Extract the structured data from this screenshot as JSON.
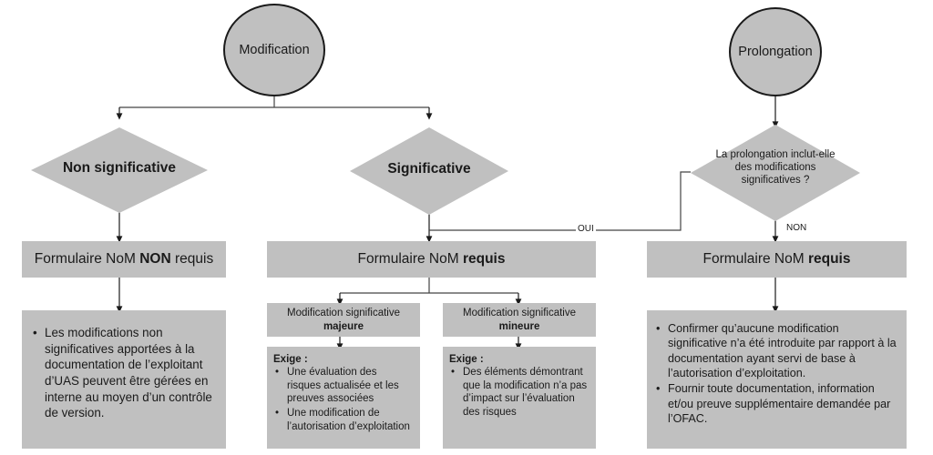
{
  "diagram": {
    "title": "Processus Modification / Prolongation NoM",
    "colors": {
      "node_fill": "#c0c0c0",
      "node_stroke": "#1a1a1a",
      "connector": "#333333",
      "background": "#ffffff",
      "text": "#1a1a1a"
    },
    "start_nodes": [
      {
        "id": "modification",
        "label": "Modification",
        "shape": "circle"
      },
      {
        "id": "prolongation",
        "label": "Prolongation",
        "shape": "circle"
      }
    ],
    "decisions": [
      {
        "id": "non-significative",
        "label": "Non significative",
        "shape": "diamond",
        "bold": true
      },
      {
        "id": "significative",
        "label": "Significative",
        "shape": "diamond",
        "bold": true
      },
      {
        "id": "prolongation-question",
        "shape": "diamond",
        "bold": false,
        "lines": [
          "La prolongation inclut-elle",
          "des modifications",
          "significatives ?"
        ]
      }
    ],
    "edge_labels": {
      "oui": "OUI",
      "non": "NON"
    },
    "results": {
      "non_significative": {
        "title_prefix": "Formulaire NoM ",
        "title_bold": "NON",
        "title_suffix": " requis",
        "bullets": [
          "Les modifications non significatives apportées à la documentation de l’exploitant d’UAS peuvent être gérées en interne au moyen d’un contrôle de version."
        ]
      },
      "significative": {
        "title_prefix": "Formulaire NoM ",
        "title_bold": "requis",
        "title_suffix": "",
        "branches": [
          {
            "id": "majeure",
            "header_line1": "Modification significative",
            "header_line2": "majeure",
            "exige_label": "Exige :",
            "bullets": [
              "Une évaluation des risques actualisée et les preuves associées",
              "Une modification de l’autorisation d’exploitation"
            ]
          },
          {
            "id": "mineure",
            "header_line1": "Modification significative",
            "header_line2": "mineure",
            "exige_label": "Exige :",
            "bullets": [
              "Des éléments démontrant que la modification n’a pas d’impact sur l’évaluation des risques"
            ]
          }
        ]
      },
      "prolongation": {
        "title_prefix": "Formulaire NoM ",
        "title_bold": "requis",
        "title_suffix": "",
        "bullets": [
          "Confirmer qu’aucune modification significative n’a été introduite par rapport à la documentation ayant servi de base à l’autorisation d’exploitation.",
          "Fournir toute documentation, information et/ou preuve supplémentaire demandée par l’OFAC."
        ]
      }
    }
  }
}
